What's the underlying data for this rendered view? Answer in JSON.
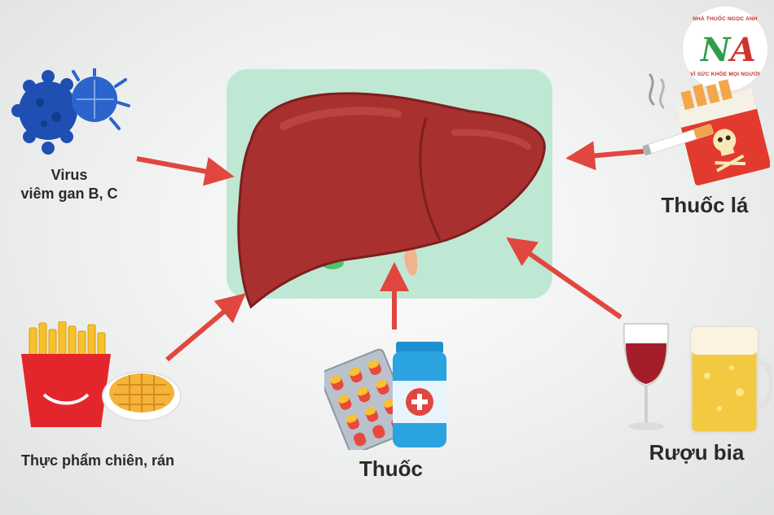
{
  "logo": {
    "top_text": "NHÀ THUỐC NGỌC ANH",
    "mark_left": "N",
    "mark_right": "A",
    "bottom_text": "VÌ SỨC KHỎE MỌI NGƯỜI",
    "colors": {
      "green": "#2e9e4a",
      "red": "#d1342c"
    }
  },
  "causes": {
    "virus": {
      "line1": "Virus",
      "line2": "viêm gan B, C",
      "icon": "virus-icon"
    },
    "fried": {
      "label": "Thực phẩm chiên, rán",
      "icon": "fried-food-icon"
    },
    "medicine": {
      "label": "Thuốc",
      "icon": "pill-icon"
    },
    "tobacco": {
      "label": "Thuốc lá",
      "icon": "cigarette-icon"
    },
    "alcohol": {
      "label": "Rượu bia",
      "icon": "alcohol-icon"
    }
  },
  "colors": {
    "arrow": "#e0473f",
    "liver": "#a8312f",
    "panel": "#bfe8d4",
    "virus": "#1f4fb3"
  }
}
